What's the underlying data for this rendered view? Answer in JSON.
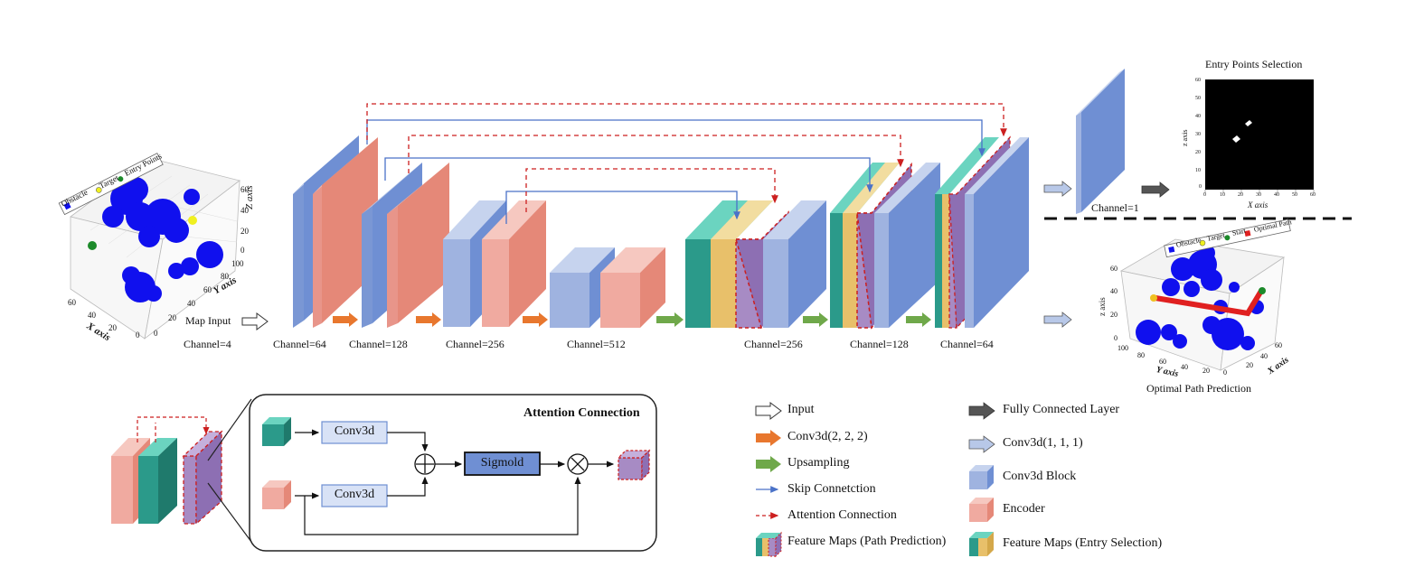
{
  "input_map": {
    "legend": [
      "Obstacle",
      "Target",
      "Entry Points"
    ],
    "z_axis_label": "Z axis",
    "y_axis_label": "Y axis",
    "x_axis_label": "X axis",
    "z_ticks": [
      "60",
      "40",
      "20",
      "0"
    ],
    "y_ticks": [
      "100",
      "80",
      "60",
      "40",
      "20",
      "0"
    ],
    "x_ticks": [
      "60",
      "40",
      "20",
      "0"
    ],
    "map_input_label": "Map Input",
    "channel_label": "Channel=4"
  },
  "encoder_channels": [
    "Channel=64",
    "Channel=128",
    "Channel=256",
    "Channel=512"
  ],
  "decoder_channels": [
    "Channel=256",
    "Channel=128",
    "Channel=64"
  ],
  "entry_points": {
    "title": "Entry Points Selection",
    "channel_label": "Channel=1",
    "y_axis_label": "z axis",
    "x_axis_label": "X axis",
    "y_ticks": [
      "60",
      "50",
      "40",
      "30",
      "20",
      "10",
      "0"
    ],
    "x_ticks": [
      "0",
      "10",
      "20",
      "30",
      "40",
      "50",
      "60"
    ]
  },
  "optimal_path": {
    "title": "Optimal Path Prediction",
    "legend": [
      "Obstacle",
      "Target",
      "Start",
      "Optimal Path"
    ],
    "z_axis_label": "z axis",
    "y_axis_label": "Y axis",
    "x_axis_label": "X axis",
    "z_ticks": [
      "60",
      "40",
      "20",
      "0"
    ],
    "y_ticks": [
      "100",
      "80",
      "60",
      "40",
      "20",
      "0"
    ],
    "x_ticks": [
      "20",
      "40",
      "60"
    ]
  },
  "attention": {
    "title": "Attention Connection",
    "conv_top": "Conv3d",
    "conv_bottom": "Conv3d",
    "sigmoid": "Sigmold"
  },
  "legend": {
    "input": "Input",
    "conv222": "Conv3d(2, 2, 2)",
    "upsampling": "Upsampling",
    "skip": "Skip Connetction",
    "attention": "Attention Connection",
    "fm_path": "Feature Maps (Path Prediction)",
    "fc": "Fully Connected Layer",
    "conv111": "Conv3d(1, 1, 1)",
    "conv_block": "Conv3d Block",
    "encoder": "Encoder",
    "fm_entry": "Feature Maps (Entry Selection)"
  },
  "colors": {
    "blue_block": "#6f8fd3",
    "encoder_pink": "#e58878",
    "teal": "#2b9a8a",
    "yellow": "#e8c06a",
    "purple": "#a78bc4",
    "arrow_orange": "#e8772e",
    "arrow_green": "#6fa84a",
    "attention_red": "#cc1f1f",
    "skip_blue": "#4a72c8"
  }
}
